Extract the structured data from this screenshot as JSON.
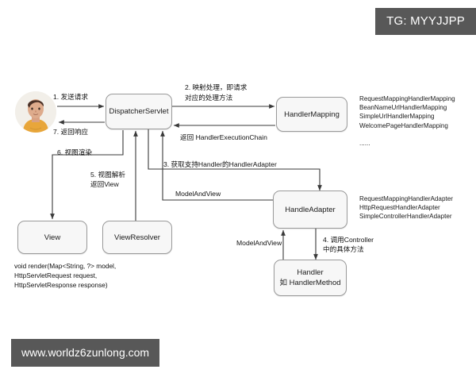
{
  "watermarks": {
    "top_right": "TG: MYYJJPP",
    "bottom_left": "www.worldz6zunlong.com"
  },
  "diagram": {
    "title_nodes": {
      "dispatcher": "DispatcherServlet",
      "handler_mapping": "HandlerMapping",
      "handle_adapter": "HandleAdapter",
      "handler_line1": "Handler",
      "handler_line2": "如 HandlerMethod",
      "view": "View",
      "view_resolver": "ViewResolver"
    },
    "edge_labels": {
      "step1": "1. 发送请求",
      "step7": "7. 返回响应",
      "step6": "6. 视图渲染",
      "step5_line1": "5. 视图解析",
      "step5_line2": "返回View",
      "step2_line1": "2. 映射处理，即请求",
      "step2_line2": "对应的处理方法",
      "return_chain": "返回 HandlerExecutionChain",
      "step3": "3. 获取支持Handler的HandlerAdapter",
      "model_and_view_left": "ModelAndView",
      "model_and_view_bottom": "ModelAndView",
      "step4_line1": "4. 调用Controller",
      "step4_line2": "中的具体方法"
    },
    "side_lists": {
      "handler_mapping_impls": "RequestMappingHandlerMapping\nBeanNameUrlHandlerMapping\nSimpleUrlHandlerMapping\nWelcomePageHandlerMapping\n\n......",
      "handler_adapter_impls": "RequestMappingHandlerAdapter\nHttpRequestHandlerAdapter\nSimpleControllerHandlerAdapter"
    },
    "code_note": "void render(Map<String, ?> model,\nHttpServletRequest request,\nHttpServletResponse response)",
    "avatar_name": "user-avatar"
  },
  "colors": {
    "node_fill": "#f7f7f7",
    "node_stroke": "#9a9a9a",
    "wire": "#3a3a3a",
    "watermark_bg": "#585858",
    "avatar_hair": "#4a3026",
    "avatar_skin": "#d9a183",
    "avatar_shirt": "#e8a63a",
    "avatar_bg": "#f2efe9"
  }
}
